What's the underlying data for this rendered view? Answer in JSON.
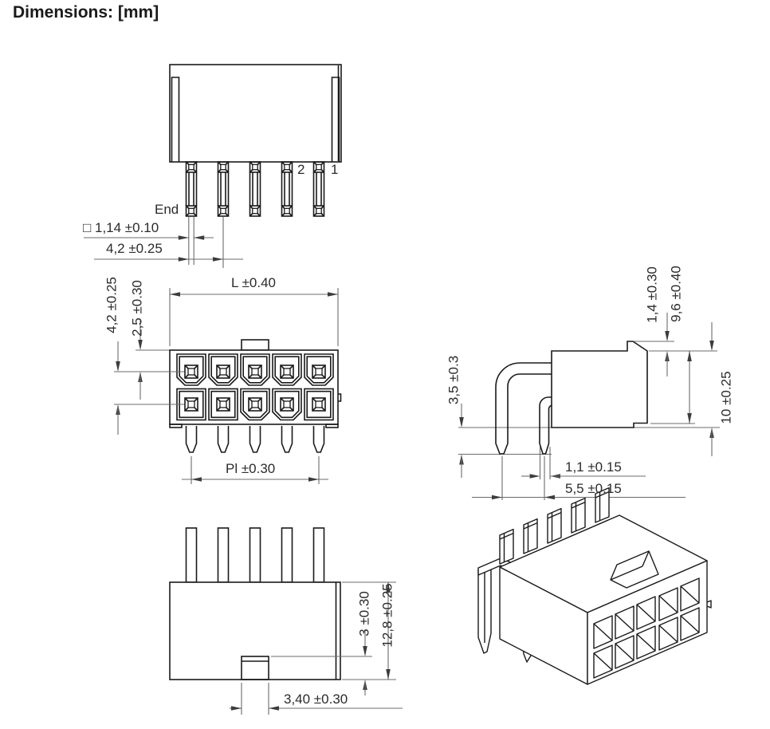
{
  "title": "Dimensions: [mm]",
  "colors": {
    "object_line": "#1a1a1a",
    "dimension_line": "#6b6b6b",
    "text": "#2b2b2b",
    "background": "#ffffff"
  },
  "top_view": {
    "pin_label_1": "1",
    "pin_label_2": "2",
    "end_label": "End",
    "pin_square_dim": "□ 1,14 ±0.10",
    "pin_pitch_dim": "4,2 ±0.25"
  },
  "front_view": {
    "row_pitch_dim": "4,2 ±0.25",
    "top_row_dim": "2,5 ±0.30",
    "length_dim": "L ±0.40",
    "pin_span_dim": "Pl ±0.30"
  },
  "side_view": {
    "pin_protrusion_dim": "3,5 ±0.3",
    "latch_height_dim": "1,4 ±0.30",
    "body_height_dim": "9,6 ±0.40",
    "overall_height_dim": "10 ±0.25",
    "pin_thickness_dim": "1,1 ±0.15",
    "row_spacing_dim": "5,5 ±0.15"
  },
  "bottom_view": {
    "tab_height_dim": "3 ±0.30",
    "body_depth_dim": "12,8 ±0.25",
    "tab_width_dim": "3,40 ±0.30"
  }
}
